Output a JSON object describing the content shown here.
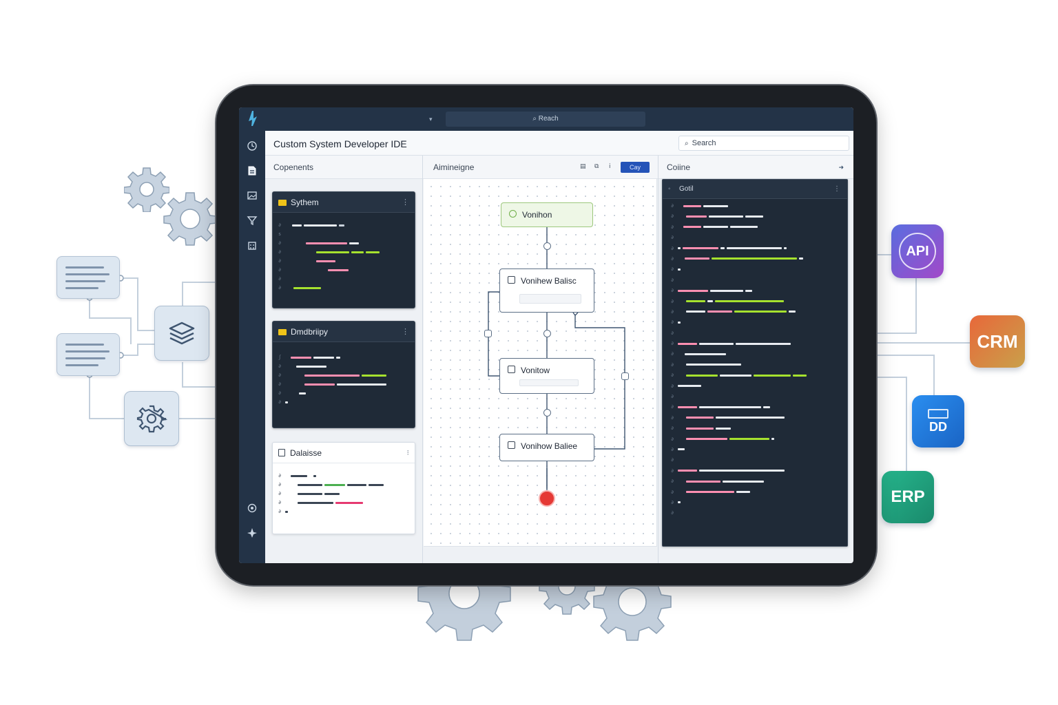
{
  "topbar": {
    "search_label": "Reach"
  },
  "app": {
    "title": "Custom System Developer IDE",
    "search_placeholder": "Search"
  },
  "components_panel": {
    "header": "Copenents",
    "cards": [
      {
        "title": "Sythem",
        "style": "dark"
      },
      {
        "title": "Dmdbriipy",
        "style": "dark"
      },
      {
        "title": "Dalaisse",
        "style": "light"
      }
    ]
  },
  "canvas_panel": {
    "header": "Aimineigne",
    "run_label": "Cay",
    "nodes": [
      {
        "label": "Vonihon"
      },
      {
        "label": "Vonihew Balisc"
      },
      {
        "label": "Vonitow"
      },
      {
        "label": "Vonihow Baliee"
      }
    ]
  },
  "code_panel": {
    "header": "Coiine",
    "file_label": "Gotil"
  },
  "integrations": [
    {
      "label": "API",
      "color": "#8a4fd0"
    },
    {
      "label": "CRM",
      "color": "#d9663a"
    },
    {
      "label": "DD",
      "color": "#1e7fd8"
    },
    {
      "label": "ERP",
      "color": "#1f9e79"
    }
  ],
  "colors": {
    "accent": "#2453b8",
    "sidebar": "#233347",
    "code_bg": "#1f2a37",
    "start_node": "#eef7e6",
    "stop": "#e53935"
  }
}
